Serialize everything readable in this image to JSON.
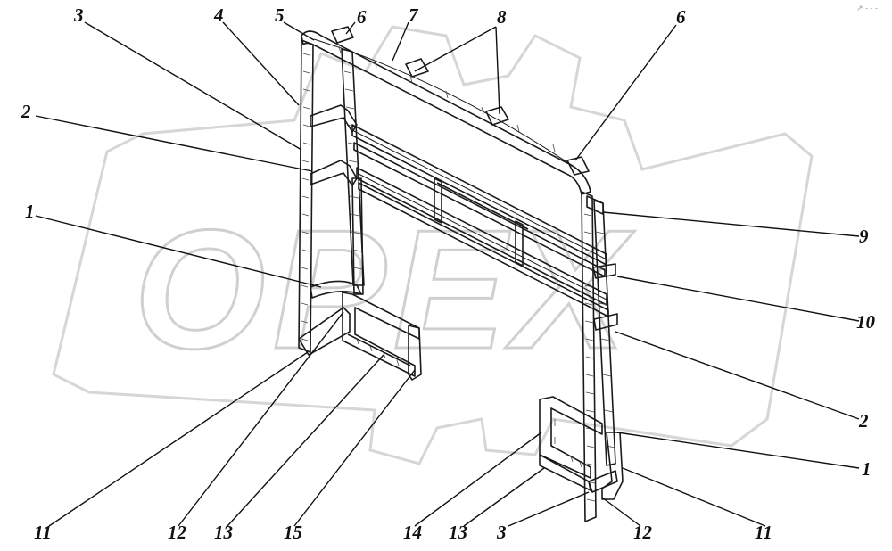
{
  "watermark": {
    "text": "OPEX",
    "gear_icon": "gear-icon"
  },
  "corner_mark": "↗ - - -",
  "callouts": [
    {
      "id": "c3a",
      "text": "3"
    },
    {
      "id": "c4",
      "text": "4"
    },
    {
      "id": "c5",
      "text": "5"
    },
    {
      "id": "c6a",
      "text": "6"
    },
    {
      "id": "c7",
      "text": "7"
    },
    {
      "id": "c8",
      "text": "8"
    },
    {
      "id": "c6b",
      "text": "6"
    },
    {
      "id": "c2a",
      "text": "2"
    },
    {
      "id": "c1a",
      "text": "1"
    },
    {
      "id": "c9",
      "text": "9"
    },
    {
      "id": "c10",
      "text": "10"
    },
    {
      "id": "c2b",
      "text": "2"
    },
    {
      "id": "c1b",
      "text": "1"
    },
    {
      "id": "c11a",
      "text": "11"
    },
    {
      "id": "c12a",
      "text": "12"
    },
    {
      "id": "c13a",
      "text": "13"
    },
    {
      "id": "c15",
      "text": "15"
    },
    {
      "id": "c14",
      "text": "14"
    },
    {
      "id": "c13b",
      "text": "13"
    },
    {
      "id": "c3b",
      "text": "3"
    },
    {
      "id": "c12b",
      "text": "12"
    },
    {
      "id": "c11b",
      "text": "11"
    }
  ]
}
